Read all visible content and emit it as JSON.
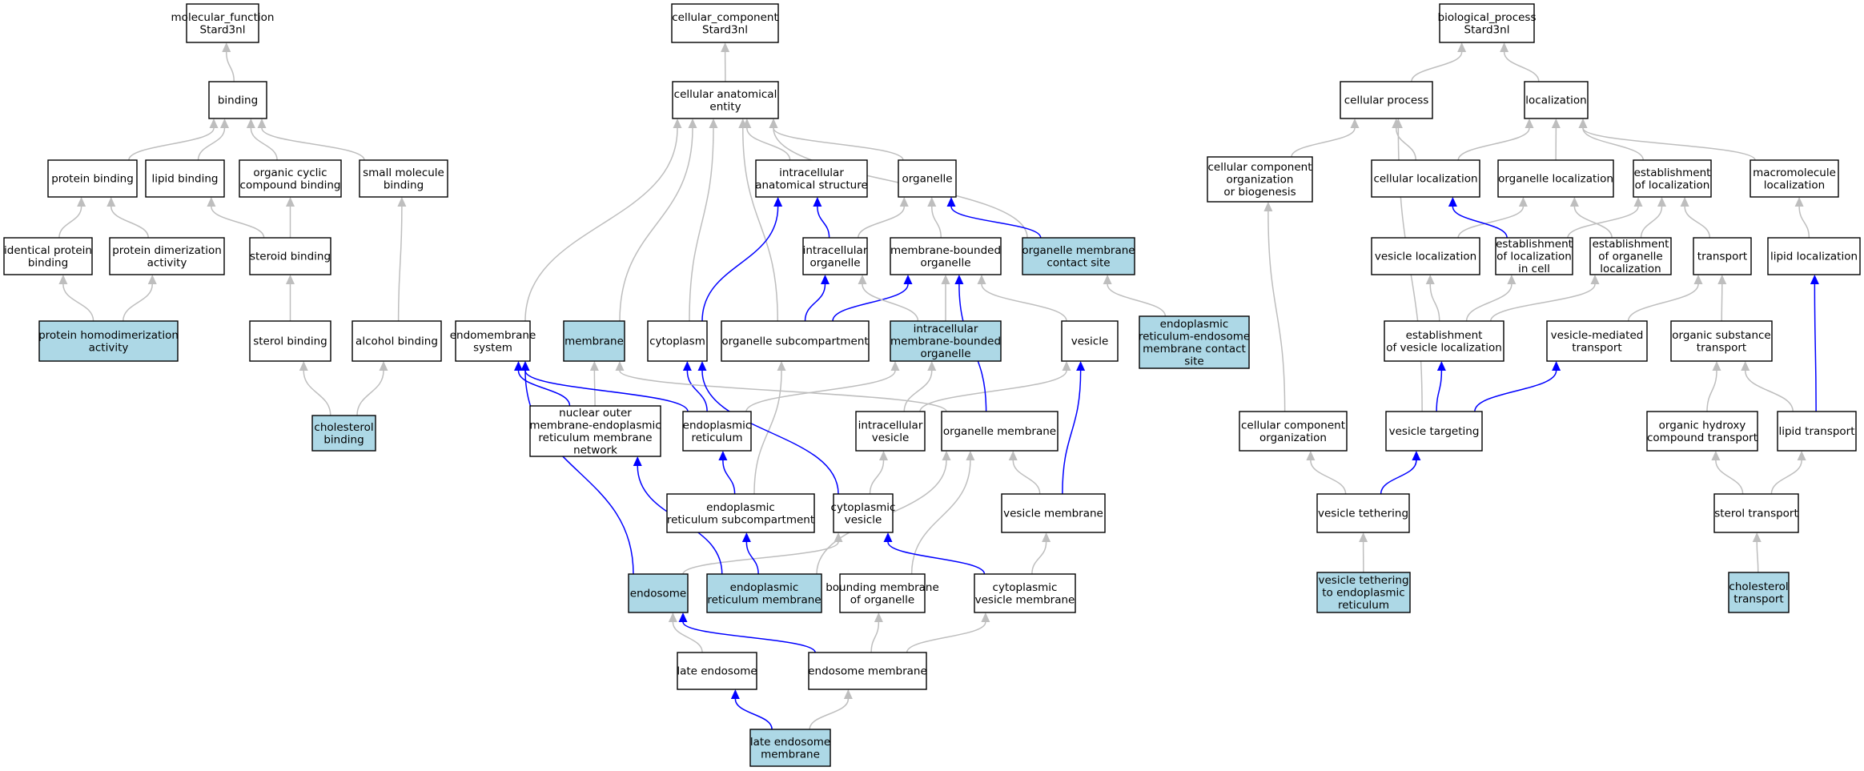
{
  "colors": {
    "highlight_fill": "#add8e6",
    "node_fill": "#ffffff",
    "edge_gray": "#bebebe",
    "edge_blue": "#0000ff",
    "border": "#000000"
  },
  "nodes": [
    {
      "id": "mf_root",
      "lines": [
        "molecular_function",
        "Stard3nl"
      ],
      "hl": false
    },
    {
      "id": "binding",
      "lines": [
        "binding"
      ],
      "hl": false
    },
    {
      "id": "protein_binding",
      "lines": [
        "protein binding"
      ],
      "hl": false
    },
    {
      "id": "lipid_binding",
      "lines": [
        "lipid binding"
      ],
      "hl": false
    },
    {
      "id": "organic_cyclic",
      "lines": [
        "organic cyclic",
        "compound binding"
      ],
      "hl": false
    },
    {
      "id": "small_molecule",
      "lines": [
        "small molecule",
        "binding"
      ],
      "hl": false
    },
    {
      "id": "identical_protein",
      "lines": [
        "identical protein",
        "binding"
      ],
      "hl": false
    },
    {
      "id": "protein_dimer",
      "lines": [
        "protein dimerization",
        "activity"
      ],
      "hl": false
    },
    {
      "id": "steroid_binding",
      "lines": [
        "steroid binding"
      ],
      "hl": false
    },
    {
      "id": "protein_homodimer",
      "lines": [
        "protein homodimerization",
        "activity"
      ],
      "hl": true
    },
    {
      "id": "sterol_binding",
      "lines": [
        "sterol binding"
      ],
      "hl": false
    },
    {
      "id": "alcohol_binding",
      "lines": [
        "alcohol binding"
      ],
      "hl": false
    },
    {
      "id": "cholesterol_binding",
      "lines": [
        "cholesterol",
        "binding"
      ],
      "hl": true
    },
    {
      "id": "cc_root",
      "lines": [
        "cellular_component",
        "Stard3nl"
      ],
      "hl": false
    },
    {
      "id": "cae",
      "lines": [
        "cellular anatomical",
        "entity"
      ],
      "hl": false
    },
    {
      "id": "ias",
      "lines": [
        "intracellular",
        "anatomical structure"
      ],
      "hl": false
    },
    {
      "id": "organelle",
      "lines": [
        "organelle"
      ],
      "hl": false
    },
    {
      "id": "intracellular_organelle",
      "lines": [
        "intracellular",
        "organelle"
      ],
      "hl": false
    },
    {
      "id": "mbo",
      "lines": [
        "membrane-bounded",
        "organelle"
      ],
      "hl": false
    },
    {
      "id": "omcs",
      "lines": [
        "organelle membrane",
        "contact site"
      ],
      "hl": true
    },
    {
      "id": "endomembrane",
      "lines": [
        "endomembrane",
        "system"
      ],
      "hl": false
    },
    {
      "id": "membrane",
      "lines": [
        "membrane"
      ],
      "hl": true
    },
    {
      "id": "cytoplasm",
      "lines": [
        "cytoplasm"
      ],
      "hl": false
    },
    {
      "id": "organelle_subcomp",
      "lines": [
        "organelle subcompartment"
      ],
      "hl": false
    },
    {
      "id": "imbo",
      "lines": [
        "intracellular",
        "membrane-bounded",
        "organelle"
      ],
      "hl": true
    },
    {
      "id": "vesicle",
      "lines": [
        "vesicle"
      ],
      "hl": false
    },
    {
      "id": "er_endosome_mcs",
      "lines": [
        "endoplasmic",
        "reticulum-endosome",
        "membrane contact",
        "site"
      ],
      "hl": true
    },
    {
      "id": "nuclear_outer",
      "lines": [
        "nuclear outer",
        "membrane-endoplasmic",
        "reticulum membrane",
        "network"
      ],
      "hl": false
    },
    {
      "id": "er",
      "lines": [
        "endoplasmic",
        "reticulum"
      ],
      "hl": false
    },
    {
      "id": "intracellular_vesicle",
      "lines": [
        "intracellular",
        "vesicle"
      ],
      "hl": false
    },
    {
      "id": "organelle_membrane",
      "lines": [
        "organelle membrane"
      ],
      "hl": false
    },
    {
      "id": "er_subcomp",
      "lines": [
        "endoplasmic",
        "reticulum subcompartment"
      ],
      "hl": false
    },
    {
      "id": "cyto_vesicle",
      "lines": [
        "cytoplasmic",
        "vesicle"
      ],
      "hl": false
    },
    {
      "id": "vesicle_membrane",
      "lines": [
        "vesicle membrane"
      ],
      "hl": false
    },
    {
      "id": "endosome",
      "lines": [
        "endosome"
      ],
      "hl": true
    },
    {
      "id": "er_membrane",
      "lines": [
        "endoplasmic",
        "reticulum membrane"
      ],
      "hl": true
    },
    {
      "id": "bounding_membrane",
      "lines": [
        "bounding membrane",
        "of organelle"
      ],
      "hl": false
    },
    {
      "id": "cyto_vesicle_membrane",
      "lines": [
        "cytoplasmic",
        "vesicle membrane"
      ],
      "hl": false
    },
    {
      "id": "late_endosome",
      "lines": [
        "late endosome"
      ],
      "hl": false
    },
    {
      "id": "endosome_membrane",
      "lines": [
        "endosome membrane"
      ],
      "hl": false
    },
    {
      "id": "late_endosome_membrane",
      "lines": [
        "late endosome",
        "membrane"
      ],
      "hl": true
    },
    {
      "id": "bp_root",
      "lines": [
        "biological_process",
        "Stard3nl"
      ],
      "hl": false
    },
    {
      "id": "cellular_process",
      "lines": [
        "cellular process"
      ],
      "hl": false
    },
    {
      "id": "localization",
      "lines": [
        "localization"
      ],
      "hl": false
    },
    {
      "id": "ccob",
      "lines": [
        "cellular component",
        "organization",
        "or biogenesis"
      ],
      "hl": false
    },
    {
      "id": "cellular_localization",
      "lines": [
        "cellular localization"
      ],
      "hl": false
    },
    {
      "id": "organelle_localization",
      "lines": [
        "organelle localization"
      ],
      "hl": false
    },
    {
      "id": "establishment_localization",
      "lines": [
        "establishment",
        "of localization"
      ],
      "hl": false
    },
    {
      "id": "macromolecule_localization",
      "lines": [
        "macromolecule",
        "localization"
      ],
      "hl": false
    },
    {
      "id": "vesicle_localization",
      "lines": [
        "vesicle localization"
      ],
      "hl": false
    },
    {
      "id": "est_loc_cell",
      "lines": [
        "establishment",
        "of localization",
        "in cell"
      ],
      "hl": false
    },
    {
      "id": "est_organelle_loc",
      "lines": [
        "establishment",
        "of organelle",
        "localization"
      ],
      "hl": false
    },
    {
      "id": "transport",
      "lines": [
        "transport"
      ],
      "hl": false
    },
    {
      "id": "lipid_localization",
      "lines": [
        "lipid localization"
      ],
      "hl": false
    },
    {
      "id": "est_vesicle_loc",
      "lines": [
        "establishment",
        "of vesicle localization"
      ],
      "hl": false
    },
    {
      "id": "vesicle_mediated",
      "lines": [
        "vesicle-mediated",
        "transport"
      ],
      "hl": false
    },
    {
      "id": "organic_substance_transport",
      "lines": [
        "organic substance",
        "transport"
      ],
      "hl": false
    },
    {
      "id": "cco",
      "lines": [
        "cellular component",
        "organization"
      ],
      "hl": false
    },
    {
      "id": "vesicle_targeting",
      "lines": [
        "vesicle targeting"
      ],
      "hl": false
    },
    {
      "id": "organic_hydroxy",
      "lines": [
        "organic hydroxy",
        "compound transport"
      ],
      "hl": false
    },
    {
      "id": "lipid_transport",
      "lines": [
        "lipid transport"
      ],
      "hl": false
    },
    {
      "id": "vesicle_tethering",
      "lines": [
        "vesicle tethering"
      ],
      "hl": false
    },
    {
      "id": "sterol_transport",
      "lines": [
        "sterol transport"
      ],
      "hl": false
    },
    {
      "id": "vt_er",
      "lines": [
        "vesicle tethering",
        "to endoplasmic",
        "reticulum"
      ],
      "hl": true
    },
    {
      "id": "cholesterol_transport",
      "lines": [
        "cholesterol",
        "transport"
      ],
      "hl": true
    }
  ],
  "edges": [
    {
      "from": "binding",
      "to": "mf_root",
      "c": "gray"
    },
    {
      "from": "protein_binding",
      "to": "binding",
      "c": "gray"
    },
    {
      "from": "lipid_binding",
      "to": "binding",
      "c": "gray"
    },
    {
      "from": "organic_cyclic",
      "to": "binding",
      "c": "gray"
    },
    {
      "from": "small_molecule",
      "to": "binding",
      "c": "gray"
    },
    {
      "from": "identical_protein",
      "to": "protein_binding",
      "c": "gray"
    },
    {
      "from": "protein_dimer",
      "to": "protein_binding",
      "c": "gray"
    },
    {
      "from": "steroid_binding",
      "to": "lipid_binding",
      "c": "gray"
    },
    {
      "from": "steroid_binding",
      "to": "organic_cyclic",
      "c": "gray"
    },
    {
      "from": "protein_homodimer",
      "to": "identical_protein",
      "c": "gray"
    },
    {
      "from": "protein_homodimer",
      "to": "protein_dimer",
      "c": "gray"
    },
    {
      "from": "sterol_binding",
      "to": "steroid_binding",
      "c": "gray"
    },
    {
      "from": "alcohol_binding",
      "to": "small_molecule",
      "c": "gray"
    },
    {
      "from": "cholesterol_binding",
      "to": "sterol_binding",
      "c": "gray"
    },
    {
      "from": "cholesterol_binding",
      "to": "alcohol_binding",
      "c": "gray"
    },
    {
      "from": "cae",
      "to": "cc_root",
      "c": "gray"
    },
    {
      "from": "ias",
      "to": "cae",
      "c": "gray"
    },
    {
      "from": "organelle",
      "to": "cae",
      "c": "gray"
    },
    {
      "from": "omcs",
      "to": "cae",
      "c": "gray"
    },
    {
      "from": "endomembrane",
      "to": "cae",
      "c": "gray"
    },
    {
      "from": "membrane",
      "to": "cae",
      "c": "gray"
    },
    {
      "from": "cytoplasm",
      "to": "cae",
      "c": "gray"
    },
    {
      "from": "organelle_subcomp",
      "to": "cae",
      "c": "gray"
    },
    {
      "from": "omcs",
      "to": "organelle",
      "c": "blue"
    },
    {
      "from": "intracellular_organelle",
      "to": "ias",
      "c": "blue"
    },
    {
      "from": "intracellular_organelle",
      "to": "organelle",
      "c": "gray"
    },
    {
      "from": "mbo",
      "to": "organelle",
      "c": "gray"
    },
    {
      "from": "cytoplasm",
      "to": "ias",
      "c": "blue"
    },
    {
      "from": "organelle_subcomp",
      "to": "intracellular_organelle",
      "c": "blue"
    },
    {
      "from": "organelle_subcomp",
      "to": "mbo",
      "c": "blue"
    },
    {
      "from": "imbo",
      "to": "intracellular_organelle",
      "c": "gray"
    },
    {
      "from": "imbo",
      "to": "mbo",
      "c": "gray"
    },
    {
      "from": "vesicle",
      "to": "mbo",
      "c": "gray"
    },
    {
      "from": "er_endosome_mcs",
      "to": "omcs",
      "c": "gray"
    },
    {
      "from": "nuclear_outer",
      "to": "endomembrane",
      "c": "blue"
    },
    {
      "from": "nuclear_outer",
      "to": "membrane",
      "c": "gray"
    },
    {
      "from": "er",
      "to": "endomembrane",
      "c": "blue"
    },
    {
      "from": "er",
      "to": "cytoplasm",
      "c": "blue"
    },
    {
      "from": "er",
      "to": "imbo",
      "c": "gray"
    },
    {
      "from": "intracellular_vesicle",
      "to": "imbo",
      "c": "gray"
    },
    {
      "from": "intracellular_vesicle",
      "to": "vesicle",
      "c": "gray"
    },
    {
      "from": "organelle_membrane",
      "to": "membrane",
      "c": "gray"
    },
    {
      "from": "organelle_membrane",
      "to": "mbo",
      "c": "blue"
    },
    {
      "from": "er_subcomp",
      "to": "er",
      "c": "blue"
    },
    {
      "from": "er_subcomp",
      "to": "organelle_subcomp",
      "c": "gray"
    },
    {
      "from": "cyto_vesicle",
      "to": "cytoplasm",
      "c": "blue"
    },
    {
      "from": "cyto_vesicle",
      "to": "intracellular_vesicle",
      "c": "gray"
    },
    {
      "from": "vesicle_membrane",
      "to": "vesicle",
      "c": "blue"
    },
    {
      "from": "vesicle_membrane",
      "to": "organelle_membrane",
      "c": "gray"
    },
    {
      "from": "endosome",
      "to": "endomembrane",
      "c": "blue"
    },
    {
      "from": "endosome",
      "to": "cyto_vesicle",
      "c": "gray"
    },
    {
      "from": "er_membrane",
      "to": "nuclear_outer",
      "c": "blue"
    },
    {
      "from": "er_membrane",
      "to": "er_subcomp",
      "c": "blue"
    },
    {
      "from": "er_membrane",
      "to": "organelle_membrane",
      "c": "gray"
    },
    {
      "from": "bounding_membrane",
      "to": "organelle_membrane",
      "c": "gray"
    },
    {
      "from": "cyto_vesicle_membrane",
      "to": "cyto_vesicle",
      "c": "blue"
    },
    {
      "from": "cyto_vesicle_membrane",
      "to": "vesicle_membrane",
      "c": "gray"
    },
    {
      "from": "late_endosome",
      "to": "endosome",
      "c": "gray"
    },
    {
      "from": "endosome_membrane",
      "to": "endosome",
      "c": "blue"
    },
    {
      "from": "endosome_membrane",
      "to": "bounding_membrane",
      "c": "gray"
    },
    {
      "from": "endosome_membrane",
      "to": "cyto_vesicle_membrane",
      "c": "gray"
    },
    {
      "from": "late_endosome_membrane",
      "to": "late_endosome",
      "c": "blue"
    },
    {
      "from": "late_endosome_membrane",
      "to": "endosome_membrane",
      "c": "gray"
    },
    {
      "from": "cellular_process",
      "to": "bp_root",
      "c": "gray"
    },
    {
      "from": "localization",
      "to": "bp_root",
      "c": "gray"
    },
    {
      "from": "ccob",
      "to": "cellular_process",
      "c": "gray"
    },
    {
      "from": "cellular_localization",
      "to": "cellular_process",
      "c": "gray"
    },
    {
      "from": "cellular_localization",
      "to": "localization",
      "c": "gray"
    },
    {
      "from": "organelle_localization",
      "to": "localization",
      "c": "gray"
    },
    {
      "from": "establishment_localization",
      "to": "localization",
      "c": "gray"
    },
    {
      "from": "macromolecule_localization",
      "to": "localization",
      "c": "gray"
    },
    {
      "from": "vesicle_localization",
      "to": "organelle_localization",
      "c": "gray"
    },
    {
      "from": "est_loc_cell",
      "to": "cellular_localization",
      "c": "blue"
    },
    {
      "from": "est_loc_cell",
      "to": "establishment_localization",
      "c": "gray"
    },
    {
      "from": "est_organelle_loc",
      "to": "organelle_localization",
      "c": "gray"
    },
    {
      "from": "est_organelle_loc",
      "to": "establishment_localization",
      "c": "gray"
    },
    {
      "from": "transport",
      "to": "establishment_localization",
      "c": "gray"
    },
    {
      "from": "lipid_localization",
      "to": "macromolecule_localization",
      "c": "gray"
    },
    {
      "from": "est_vesicle_loc",
      "to": "vesicle_localization",
      "c": "gray"
    },
    {
      "from": "est_vesicle_loc",
      "to": "est_loc_cell",
      "c": "gray"
    },
    {
      "from": "est_vesicle_loc",
      "to": "est_organelle_loc",
      "c": "gray"
    },
    {
      "from": "vesicle_mediated",
      "to": "transport",
      "c": "gray"
    },
    {
      "from": "organic_substance_transport",
      "to": "transport",
      "c": "gray"
    },
    {
      "from": "cco",
      "to": "ccob",
      "c": "gray"
    },
    {
      "from": "vesicle_targeting",
      "to": "cellular_process",
      "c": "gray"
    },
    {
      "from": "vesicle_targeting",
      "to": "est_vesicle_loc",
      "c": "blue"
    },
    {
      "from": "vesicle_targeting",
      "to": "vesicle_mediated",
      "c": "blue"
    },
    {
      "from": "organic_hydroxy",
      "to": "organic_substance_transport",
      "c": "gray"
    },
    {
      "from": "lipid_transport",
      "to": "organic_substance_transport",
      "c": "gray"
    },
    {
      "from": "lipid_transport",
      "to": "lipid_localization",
      "c": "blue"
    },
    {
      "from": "vesicle_tethering",
      "to": "cco",
      "c": "gray"
    },
    {
      "from": "vesicle_tethering",
      "to": "vesicle_targeting",
      "c": "blue"
    },
    {
      "from": "sterol_transport",
      "to": "organic_hydroxy",
      "c": "gray"
    },
    {
      "from": "sterol_transport",
      "to": "lipid_transport",
      "c": "gray"
    },
    {
      "from": "vt_er",
      "to": "vesicle_tethering",
      "c": "gray"
    },
    {
      "from": "cholesterol_transport",
      "to": "sterol_transport",
      "c": "gray"
    }
  ]
}
